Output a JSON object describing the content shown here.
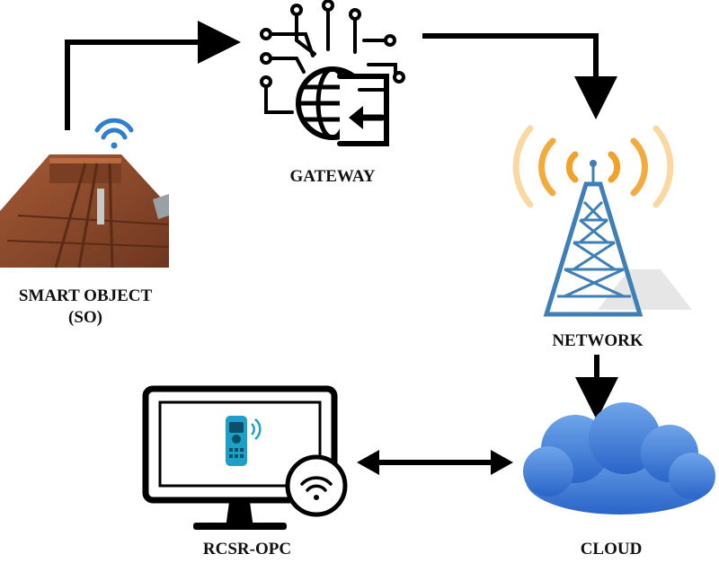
{
  "nodes": {
    "smart_object": {
      "line1": "SMART OBJECT",
      "line2": "(SO)",
      "icon": "smart-object-building-icon"
    },
    "gateway": {
      "label": "GATEWAY",
      "icon": "gateway-globe-circuit-icon"
    },
    "network": {
      "label": "NETWORK",
      "icon": "radio-tower-icon"
    },
    "rcsr_opc": {
      "label": "RCSR-OPC",
      "icon": "monitor-remote-icon"
    },
    "cloud": {
      "label": "CLOUD",
      "icon": "cloud-icon"
    }
  },
  "connections": [
    {
      "from": "smart_object",
      "to": "gateway",
      "direction": "one-way"
    },
    {
      "from": "gateway",
      "to": "network",
      "direction": "one-way"
    },
    {
      "from": "network",
      "to": "cloud",
      "direction": "one-way"
    },
    {
      "from": "cloud",
      "to": "rcsr_opc",
      "direction": "two-way"
    }
  ],
  "colors": {
    "arrow": "#000000",
    "wifi": "#2f7fd0",
    "building": "#8b4a2b",
    "tower": "#3f7fb8",
    "signal": "#f2a229",
    "cloud": "#2f6fd0",
    "remote": "#1da0c7"
  }
}
